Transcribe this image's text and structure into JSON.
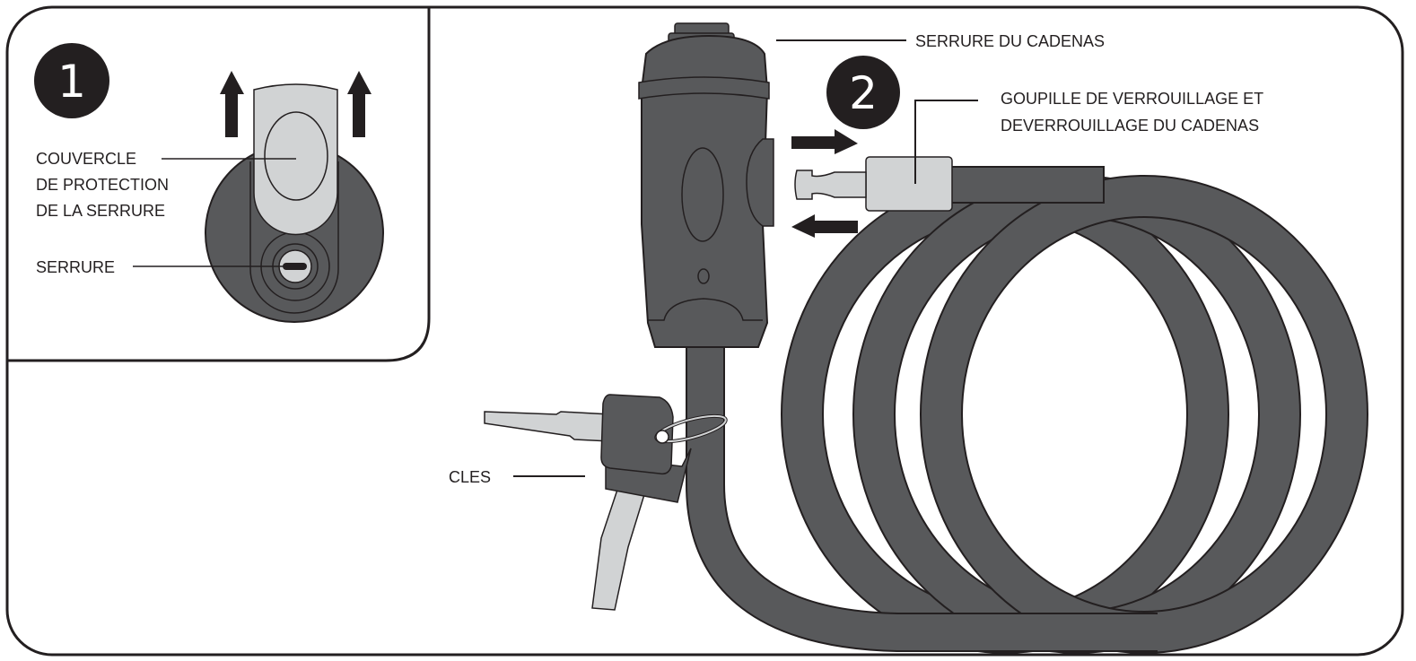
{
  "colors": {
    "outline": "#231f20",
    "body": "#58595b",
    "metal": "#d1d3d4",
    "background": "#ffffff"
  },
  "step1": {
    "number": "1",
    "labels": {
      "cover_line1": "COUVERCLE",
      "cover_line2": "DE PROTECTION",
      "cover_line3": "DE LA SERRURE",
      "lock": "SERRURE"
    }
  },
  "step2": {
    "number": "2",
    "labels": {
      "padlock_lock": "SERRURE DU CADENAS",
      "pin_line1": "GOUPILLE DE VERROUILLAGE ET",
      "pin_line2": "DEVERROUILLAGE DU CADENAS",
      "keys": "CLES"
    }
  }
}
